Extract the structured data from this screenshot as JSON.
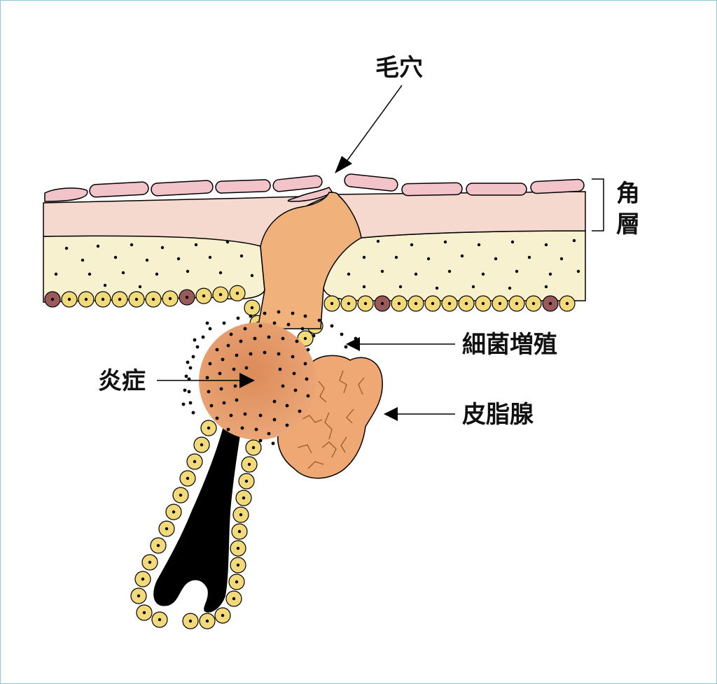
{
  "labels": {
    "pore": "毛穴",
    "stratum_corneum": "角層",
    "bacteria_growth": "細菌増殖",
    "inflammation": "炎症",
    "sebaceous_gland": "皮脂腺"
  },
  "colors": {
    "frame": "#8ec9d3",
    "keratin_scale": "#f2c3c8",
    "stratum_corneum": "#f6d9ce",
    "epidermis": "#f7f1cf",
    "cell": "#f2da7a",
    "melanocyte": "#9a5a5a",
    "plug": "#f0b27a",
    "inflammation": "#e08c58",
    "sebaceous": "#efa874",
    "hair": "#000000"
  }
}
